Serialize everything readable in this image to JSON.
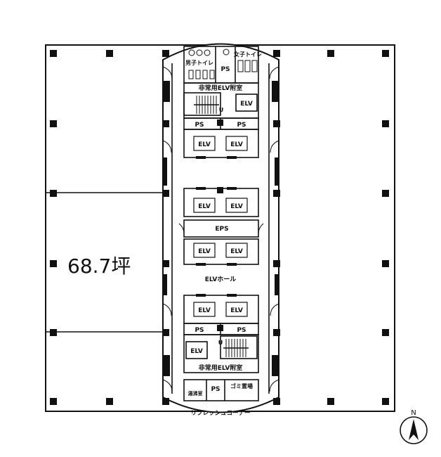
{
  "area_label": "68.7坪",
  "compass": {
    "label": "N"
  },
  "rooms": {
    "mens_toilet": "男子トイレ",
    "womens_toilet": "女子トイレ",
    "ps_top": "PS",
    "emergency_elv_top": "非常用ELV附室",
    "elv_small_top": "ELV",
    "ps_left_upper": "PS",
    "ps_right_upper": "PS",
    "elv_row1_left": "ELV",
    "elv_row1_right": "ELV",
    "elv_row2_left": "ELV",
    "elv_row2_right": "ELV",
    "eps": "EPS",
    "elv_row3_left": "ELV",
    "elv_row3_right": "ELV",
    "elv_hall": "ELVホール",
    "elv_row4_left": "ELV",
    "elv_row4_right": "ELV",
    "ps_left_lower": "PS",
    "ps_right_lower": "PS",
    "elv_small_bottom": "ELV",
    "emergency_elv_bottom": "非常用ELV附室",
    "cleaning_room": "湯沸室",
    "ps_bottom": "PS",
    "garbage_room": "ゴミ置場",
    "refresh_corner": "リフレッシュコーナー",
    "stair_up_top": "U",
    "stair_up_bottom": "U"
  },
  "colors": {
    "line": "#111111",
    "background": "#ffffff"
  }
}
